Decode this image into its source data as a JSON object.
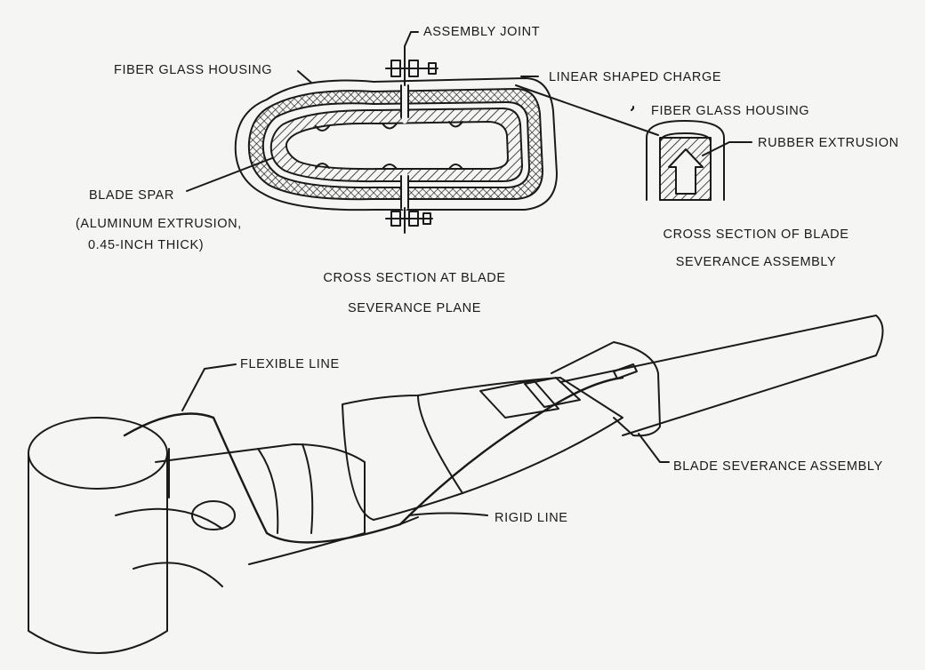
{
  "colors": {
    "ink": "#1a1a1a",
    "paper": "#f5f5f3"
  },
  "labels": {
    "assembly_joint": "ASSEMBLY JOINT",
    "fiber_glass_housing_main": "FIBER GLASS HOUSING",
    "linear_shaped_charge": "LINEAR SHAPED CHARGE",
    "fiber_glass_housing_detail": "FIBER GLASS HOUSING",
    "rubber_extrusion": "RUBBER EXTRUSION",
    "blade_spar": "BLADE SPAR",
    "spar_note_line1": "(ALUMINUM EXTRUSION,",
    "spar_note_line2": "0.45-INCH THICK)",
    "flexible_line": "FLEXIBLE LINE",
    "rigid_line": "RIGID LINE",
    "blade_severance_assembly": "BLADE SEVERANCE ASSEMBLY"
  },
  "captions": {
    "section_line1": "CROSS SECTION AT BLADE",
    "section_line2": "SEVERANCE PLANE",
    "detail_line1": "CROSS SECTION OF BLADE",
    "detail_line2": "SEVERANCE ASSEMBLY"
  }
}
